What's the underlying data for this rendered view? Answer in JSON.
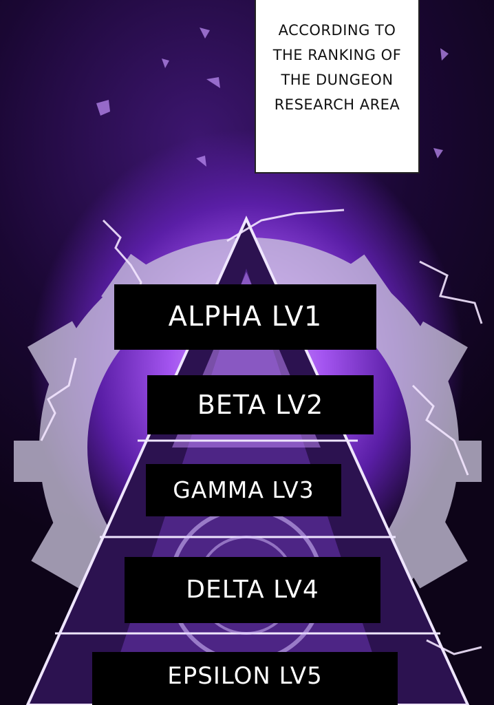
{
  "caption": {
    "lines": [
      "ACCORDING TO",
      "THE RANKING OF",
      "THE DUNGEON",
      "RESEARCH AREA"
    ]
  },
  "ranks": [
    {
      "label": "ALPHA LV1"
    },
    {
      "label": "BETA LV2"
    },
    {
      "label": "GAMMA LV3"
    },
    {
      "label": "DELTA LV4"
    },
    {
      "label": "EPSILON LV5"
    }
  ],
  "colors": {
    "background": "#1a0733",
    "glow": "#b06cff",
    "pyramid": "#3b1c68",
    "gear": "#c9c3d8",
    "label_box": "#000000",
    "label_text": "#ffffff"
  }
}
